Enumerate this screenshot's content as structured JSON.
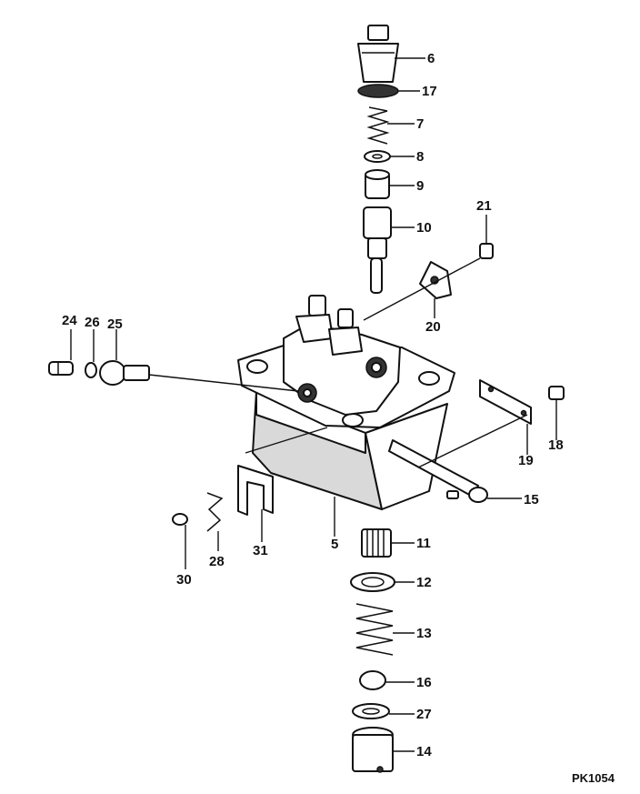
{
  "callouts": [
    "6",
    "17",
    "7",
    "8",
    "9",
    "10",
    "21",
    "20",
    "24",
    "26",
    "25",
    "19",
    "18",
    "15",
    "5",
    "11",
    "12",
    "13",
    "16",
    "27",
    "14",
    "30",
    "28",
    "31"
  ],
  "drawing_code": "PK1054"
}
